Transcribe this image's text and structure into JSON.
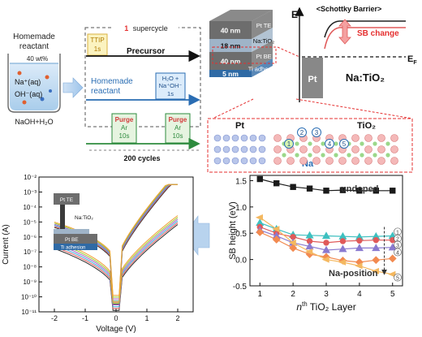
{
  "beaker": {
    "title_line1": "Homemade",
    "title_line2": "reactant",
    "concentration": "40 wt%",
    "ion_na": "Na⁺(aq)",
    "ion_oh": "OH⁻(aq)",
    "solution": "NaOH+H₂O"
  },
  "timing": {
    "supercycle_count": "1",
    "supercycle_word": "supercycle",
    "ttip_label": "TTIP",
    "ttip_time": "1s",
    "precursor": "Precursor",
    "reactant_line1": "Homemade",
    "reactant_line2": "reactant",
    "h2o_line1": "H₂O +",
    "h2o_line2": "Na⁺OH⁻",
    "h2o_time": "1s",
    "purge1": "Purge",
    "purge1_gas": "Ar",
    "purge1_time": "10s",
    "purge2": "Purge",
    "purge2_gas": "Ar",
    "purge2_time": "10s",
    "cycles": "200 cycles"
  },
  "stack": {
    "layers": [
      {
        "thickness": "40 nm",
        "name": "Pt TE",
        "color": "#6d6d6d"
      },
      {
        "thickness": "18 nm",
        "name": "Na:TiO₂",
        "color": "#9fb4c8"
      },
      {
        "thickness": "40 nm",
        "name": "Pt BE",
        "color": "#6d6d6d"
      },
      {
        "thickness": "5 nm",
        "name": "Ti adhesion",
        "color": "#2f6aa5"
      }
    ]
  },
  "band": {
    "title": "<Schottky Barrier>",
    "e_axis": "E",
    "sb_change": "SB change",
    "ef": "E",
    "ef_sub": "F",
    "metal": "Pt",
    "semi": "Na:TiO₂"
  },
  "lattice": {
    "pt_label": "Pt",
    "tio2_label": "TiO₂",
    "na_label": "Na",
    "positions": [
      "1",
      "2",
      "3",
      "4",
      "5"
    ]
  },
  "iv": {
    "inset_layers": [
      "Pt TE",
      "Na:TiO₂",
      "Pt BE",
      "Ti adhesion"
    ],
    "colors": [
      "#2b2b2b",
      "#e05a5a",
      "#3aa8d8",
      "#a95fc9",
      "#9acd32",
      "#f0a030"
    ]
  },
  "chart_data": [
    {
      "type": "line",
      "title": "",
      "xlabel": "Voltage (V)",
      "ylabel": "Current (A)",
      "ylog": true,
      "xlim": [
        -2.5,
        2.5
      ],
      "ylim_exponent": [
        -11,
        -2
      ],
      "xticks": [
        "-2",
        "-1",
        "0",
        "1",
        "2"
      ],
      "yticks": [
        "10⁻²",
        "10⁻³",
        "10⁻⁴",
        "10⁻⁵",
        "10⁻⁶",
        "10⁻⁷",
        "10⁻⁸",
        "10⁻⁹",
        "10⁻¹⁰",
        "10⁻¹¹"
      ]
    },
    {
      "type": "line",
      "title": "",
      "xlabel_prefix": "n",
      "xlabel_sup": "th",
      "xlabel_rest": " TiO₂ Layer",
      "ylabel": "SB height (eV)",
      "xlim": [
        0.7,
        5.3
      ],
      "ylim": [
        -0.5,
        1.6
      ],
      "x": [
        1,
        1.5,
        2,
        2.5,
        3,
        3.5,
        4,
        4.5,
        5
      ],
      "xticks": [
        "1",
        "2",
        "3",
        "4",
        "5"
      ],
      "yticks": [
        "1.5",
        "1.0",
        "0.5",
        "0.0",
        "-0.5"
      ],
      "series_labels": [
        "undoped",
        "Na-position"
      ],
      "series": [
        {
          "name": "undoped",
          "color": "#1a1a1a",
          "marker": "square",
          "values": [
            1.53,
            1.45,
            1.38,
            1.35,
            1.31,
            1.32,
            1.31,
            1.31,
            1.31
          ]
        },
        {
          "name": "1",
          "color": "#3ec0c0",
          "marker": "triangle",
          "values": [
            0.7,
            0.58,
            0.47,
            0.46,
            0.45,
            0.44,
            0.43,
            0.44,
            0.45
          ]
        },
        {
          "name": "2",
          "color": "#e05a5a",
          "marker": "circle",
          "values": [
            0.62,
            0.5,
            0.43,
            0.35,
            0.32,
            0.35,
            0.36,
            0.37,
            0.37
          ]
        },
        {
          "name": "3",
          "color": "#8a7ad0",
          "marker": "triangle",
          "values": [
            0.56,
            0.45,
            0.32,
            0.25,
            0.18,
            0.2,
            0.22,
            0.22,
            0.23
          ]
        },
        {
          "name": "4",
          "color": "#f28a50",
          "marker": "diamond",
          "values": [
            0.52,
            0.38,
            0.22,
            0.1,
            0.05,
            -0.02,
            -0.05,
            -0.01,
            0.02
          ]
        },
        {
          "name": "5",
          "color": "#f4b860",
          "marker": "triangle-left",
          "values": [
            0.8,
            0.58,
            0.32,
            0.15,
            0.0,
            -0.05,
            -0.12,
            -0.22,
            -0.28
          ]
        }
      ]
    }
  ]
}
